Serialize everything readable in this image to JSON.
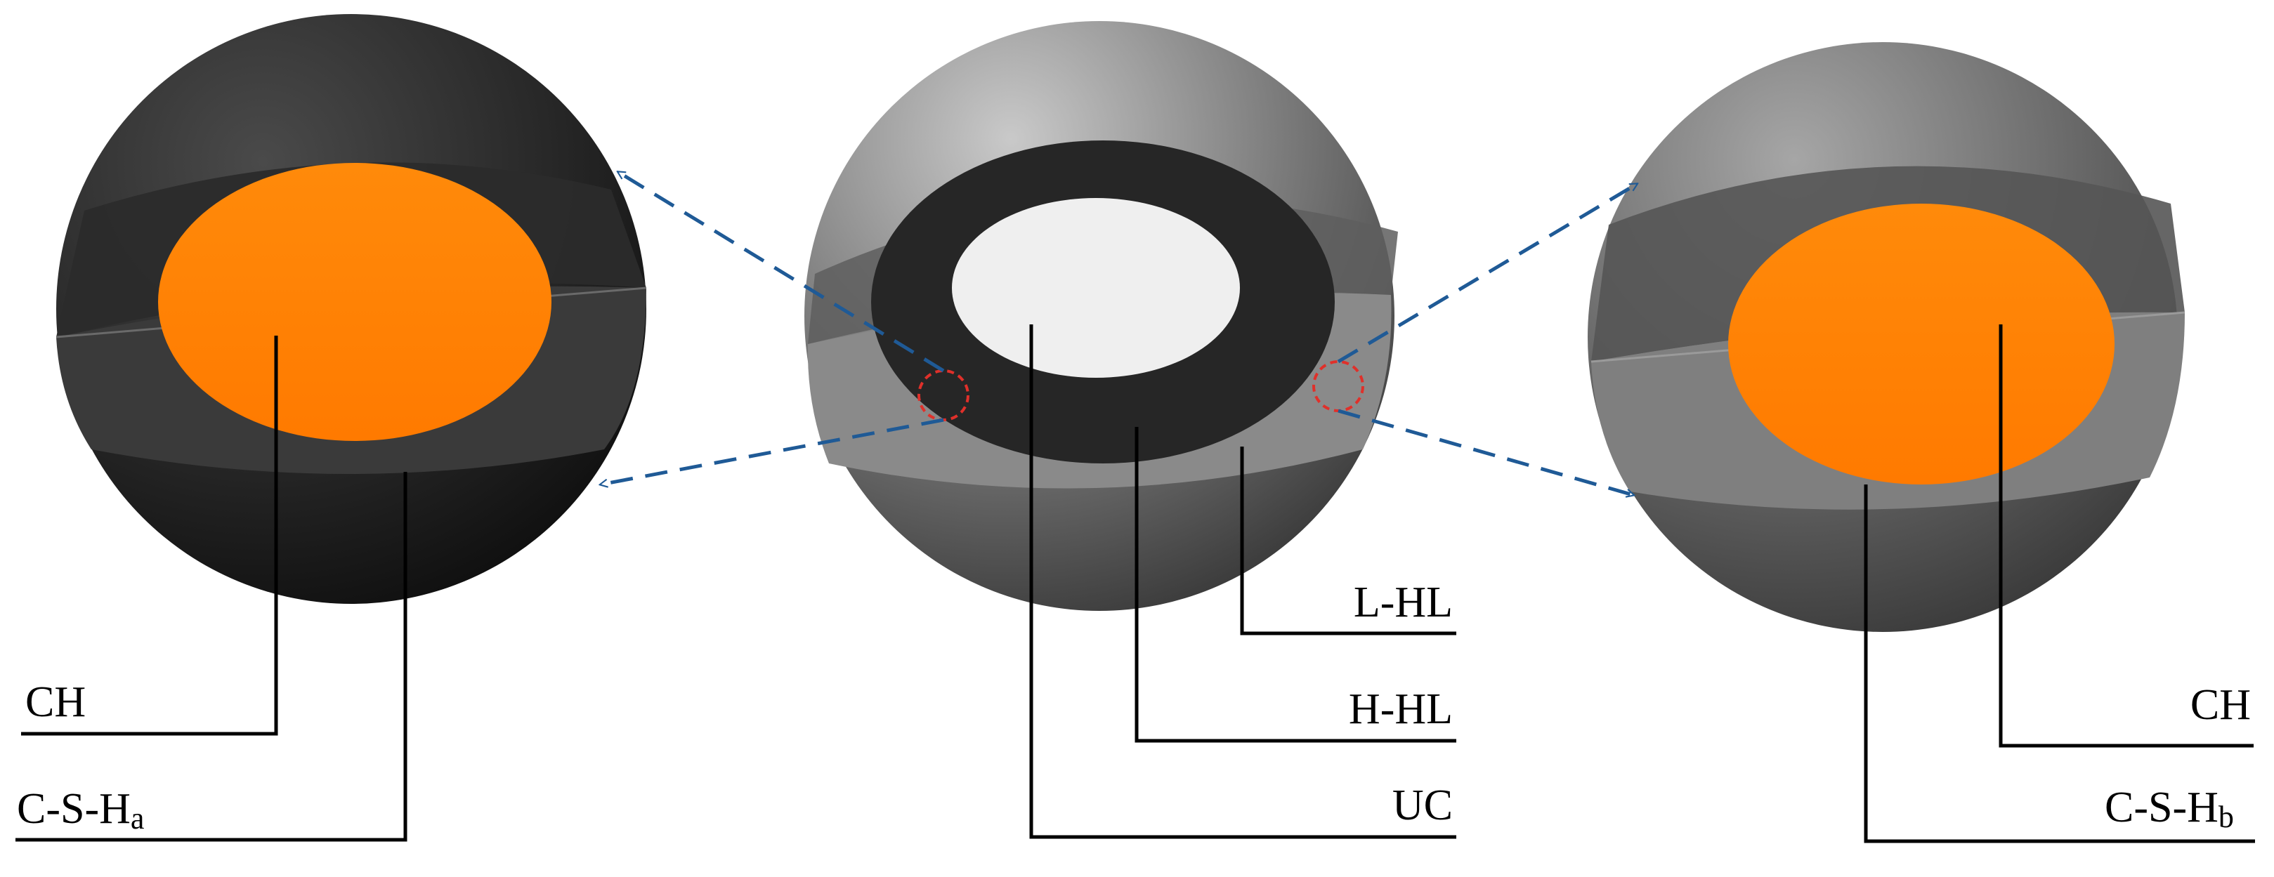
{
  "labels": {
    "left_ch": "CH",
    "left_csh_main": "C-S-H",
    "left_csh_sub": "a",
    "center_lhl": "L-HL",
    "center_hhl": "H-HL",
    "center_uc": "UC",
    "right_ch": "CH",
    "right_csh_main": "C-S-H",
    "right_csh_sub": "b"
  },
  "colors": {
    "core_orange": "#ff8000",
    "core_light": "#efefef",
    "dark_shell": "#2a2a2a",
    "mid_shell": "#5a5a5a",
    "light_shell": "#8a8a8a",
    "arrow": "#1f5a96",
    "marker_circle": "#e0302a",
    "leader_line": "#000000"
  }
}
